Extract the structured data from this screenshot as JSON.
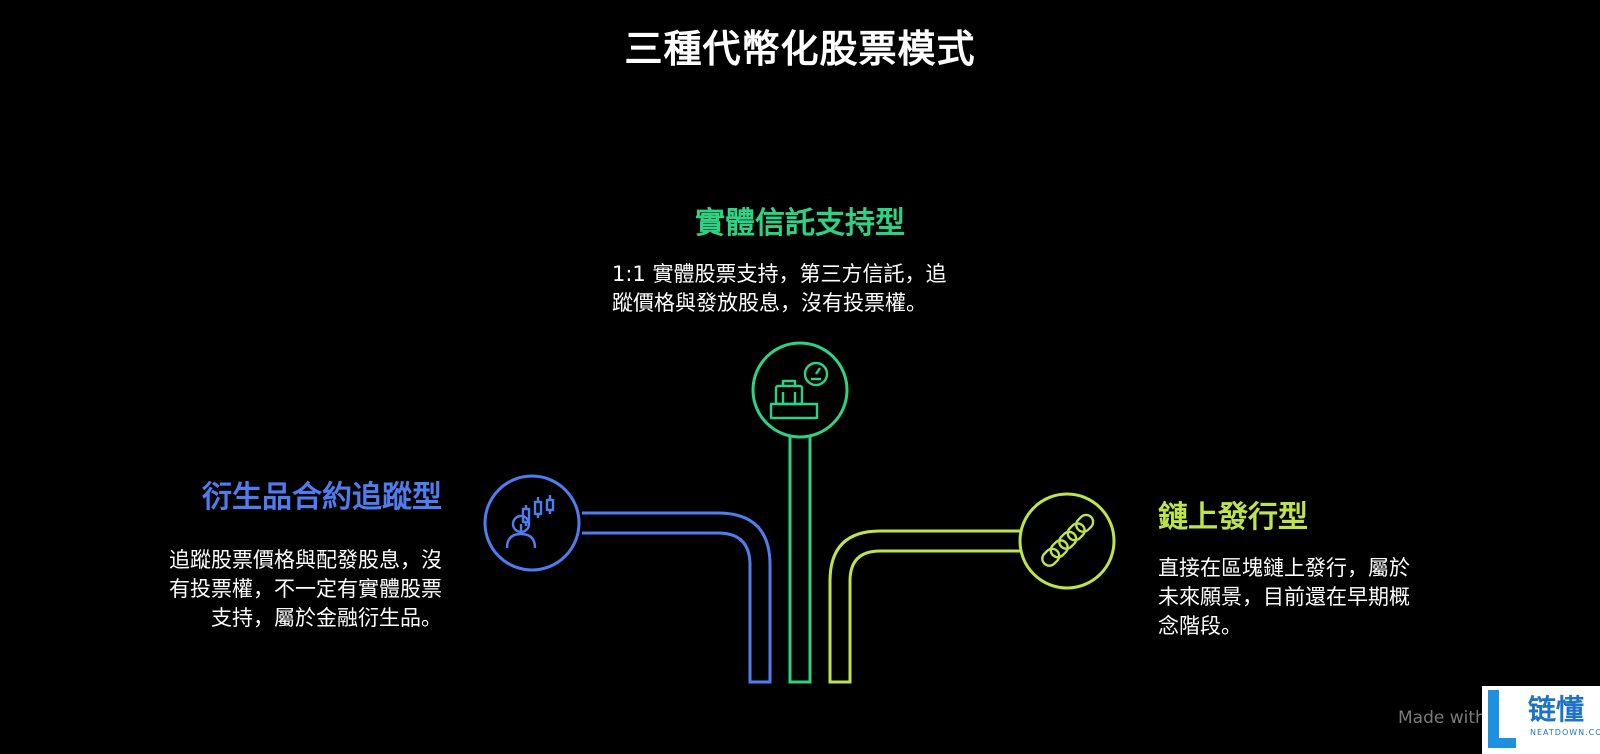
{
  "title": "三種代幣化股票模式",
  "center": {
    "heading": "實體信託支持型",
    "desc_lines": [
      "1:1 實體股票支持，第三方信託，追",
      "蹤價格與發放股息，沒有投票權。"
    ],
    "color": "#2fd183",
    "icon": "trust-scale-icon"
  },
  "left": {
    "heading": "衍生品合約追蹤型",
    "desc_lines": [
      "追蹤股票價格與配發股息，沒",
      "有投票權，不一定有實體股票",
      "支持，屬於金融衍生品。"
    ],
    "color": "#4f7df0",
    "icon": "trader-chart-icon"
  },
  "right": {
    "heading": "鏈上發行型",
    "desc_lines": [
      "直接在區塊鏈上發行，屬於",
      "未來願景，目前還在早期概",
      "念階段。"
    ],
    "color": "#bde44a",
    "icon": "chain-icon"
  },
  "watermark": {
    "made_with": "Made with",
    "brand": "链懂",
    "brand_sub": "NEATDOWN.COM"
  }
}
